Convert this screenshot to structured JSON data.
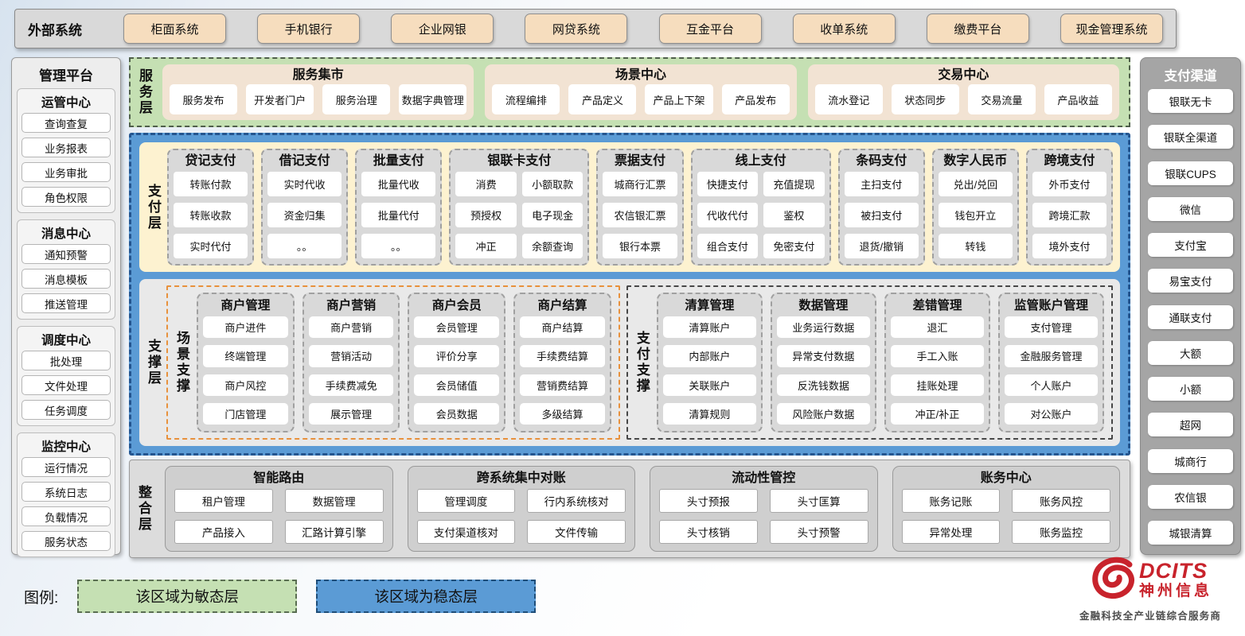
{
  "colors": {
    "agile_green": "#c5e0b3",
    "stable_blue": "#5b9bd5",
    "tan_button": "#f6ddbe",
    "panel_gray": "#d9d9d9",
    "brand_red": "#c8232c"
  },
  "external_systems": {
    "label": "外部系统",
    "items": [
      "柜面系统",
      "手机银行",
      "企业网银",
      "网贷系统",
      "互金平台",
      "收单系统",
      "缴费平台",
      "现金管理系统"
    ]
  },
  "management_platform": {
    "title": "管理平台",
    "groups": [
      {
        "title": "运管中心",
        "items": [
          "查询查复",
          "业务报表",
          "业务审批",
          "角色权限"
        ]
      },
      {
        "title": "消息中心",
        "items": [
          "通知预警",
          "消息模板",
          "推送管理"
        ]
      },
      {
        "title": "调度中心",
        "items": [
          "批处理",
          "文件处理",
          "任务调度"
        ]
      },
      {
        "title": "监控中心",
        "items": [
          "运行情况",
          "系统日志",
          "负载情况",
          "服务状态"
        ]
      }
    ]
  },
  "service_layer": {
    "label": "服务层",
    "groups": [
      {
        "title": "服务集市",
        "items": [
          "服务发布",
          "开发者门户",
          "服务治理",
          "数据字典管理"
        ]
      },
      {
        "title": "场景中心",
        "items": [
          "流程编排",
          "产品定义",
          "产品上下架",
          "产品发布"
        ]
      },
      {
        "title": "交易中心",
        "items": [
          "流水登记",
          "状态同步",
          "交易流量",
          "产品收益"
        ]
      }
    ]
  },
  "payment_layer": {
    "label": "支付层",
    "groups": [
      {
        "title": "贷记支付",
        "cols": 1,
        "items": [
          "转账付款",
          "转账收款",
          "实时代付"
        ]
      },
      {
        "title": "借记支付",
        "cols": 1,
        "items": [
          "实时代收",
          "资金归集",
          "。。"
        ]
      },
      {
        "title": "批量支付",
        "cols": 1,
        "items": [
          "批量代收",
          "批量代付",
          "。。"
        ]
      },
      {
        "title": "银联卡支付",
        "cols": 2,
        "items": [
          "消费",
          "小额取款",
          "预授权",
          "电子现金",
          "冲正",
          "余额查询"
        ]
      },
      {
        "title": "票据支付",
        "cols": 1,
        "items": [
          "城商行汇票",
          "农信银汇票",
          "银行本票"
        ]
      },
      {
        "title": "线上支付",
        "cols": 2,
        "items": [
          "快捷支付",
          "充值提现",
          "代收代付",
          "鉴权",
          "组合支付",
          "免密支付"
        ]
      },
      {
        "title": "条码支付",
        "cols": 1,
        "items": [
          "主扫支付",
          "被扫支付",
          "退货/撤销"
        ]
      },
      {
        "title": "数字人民币",
        "cols": 1,
        "items": [
          "兑出/兑回",
          "钱包开立",
          "转钱"
        ]
      },
      {
        "title": "跨境支付",
        "cols": 1,
        "items": [
          "外币支付",
          "跨境汇款",
          "境外支付"
        ]
      }
    ]
  },
  "support_layer": {
    "label": "支撑层",
    "sections": [
      {
        "label": "场景支撑",
        "accent": "orange",
        "groups": [
          {
            "title": "商户管理",
            "items": [
              "商户进件",
              "终端管理",
              "商户风控",
              "门店管理"
            ]
          },
          {
            "title": "商户营销",
            "items": [
              "商户营销",
              "营销活动",
              "手续费减免",
              "展示管理"
            ]
          },
          {
            "title": "商户会员",
            "items": [
              "会员管理",
              "评价分享",
              "会员储值",
              "会员数据"
            ]
          },
          {
            "title": "商户结算",
            "items": [
              "商户结算",
              "手续费结算",
              "营销费结算",
              "多级结算"
            ]
          }
        ]
      },
      {
        "label": "支付支撑",
        "accent": "dark",
        "groups": [
          {
            "title": "清算管理",
            "items": [
              "清算账户",
              "内部账户",
              "关联账户",
              "清算规则"
            ]
          },
          {
            "title": "数据管理",
            "items": [
              "业务运行数据",
              "异常支付数据",
              "反洗钱数据",
              "风险账户数据"
            ]
          },
          {
            "title": "差错管理",
            "items": [
              "退汇",
              "手工入账",
              "挂账处理",
              "冲正/补正"
            ]
          },
          {
            "title": "监管账户管理",
            "items": [
              "支付管理",
              "金融服务管理",
              "个人账户",
              "对公账户"
            ]
          }
        ]
      }
    ]
  },
  "integration_layer": {
    "label": "整合层",
    "groups": [
      {
        "title": "智能路由",
        "items": [
          "租户管理",
          "数据管理",
          "产品接入",
          "汇路计算引擎"
        ]
      },
      {
        "title": "跨系统集中对账",
        "items": [
          "管理调度",
          "行内系统核对",
          "支付渠道核对",
          "文件传输"
        ]
      },
      {
        "title": "流动性管控",
        "items": [
          "头寸预报",
          "头寸匡算",
          "头寸核销",
          "头寸预警"
        ]
      },
      {
        "title": "账务中心",
        "items": [
          "账务记账",
          "账务风控",
          "异常处理",
          "账务监控"
        ]
      }
    ]
  },
  "payment_channels": {
    "title": "支付渠道",
    "items": [
      "银联无卡",
      "银联全渠道",
      "银联CUPS",
      "微信",
      "支付宝",
      "易宝支付",
      "通联支付",
      "大额",
      "小额",
      "超网",
      "城商行",
      "农信银",
      "城银清算"
    ]
  },
  "legend": {
    "label": "图例:",
    "agile": "该区域为敏态层",
    "stable": "该区域为稳态层"
  },
  "logo": {
    "brand": "DCITS",
    "name": "神州信息",
    "tagline": "金融科技全产业链综合服务商"
  }
}
